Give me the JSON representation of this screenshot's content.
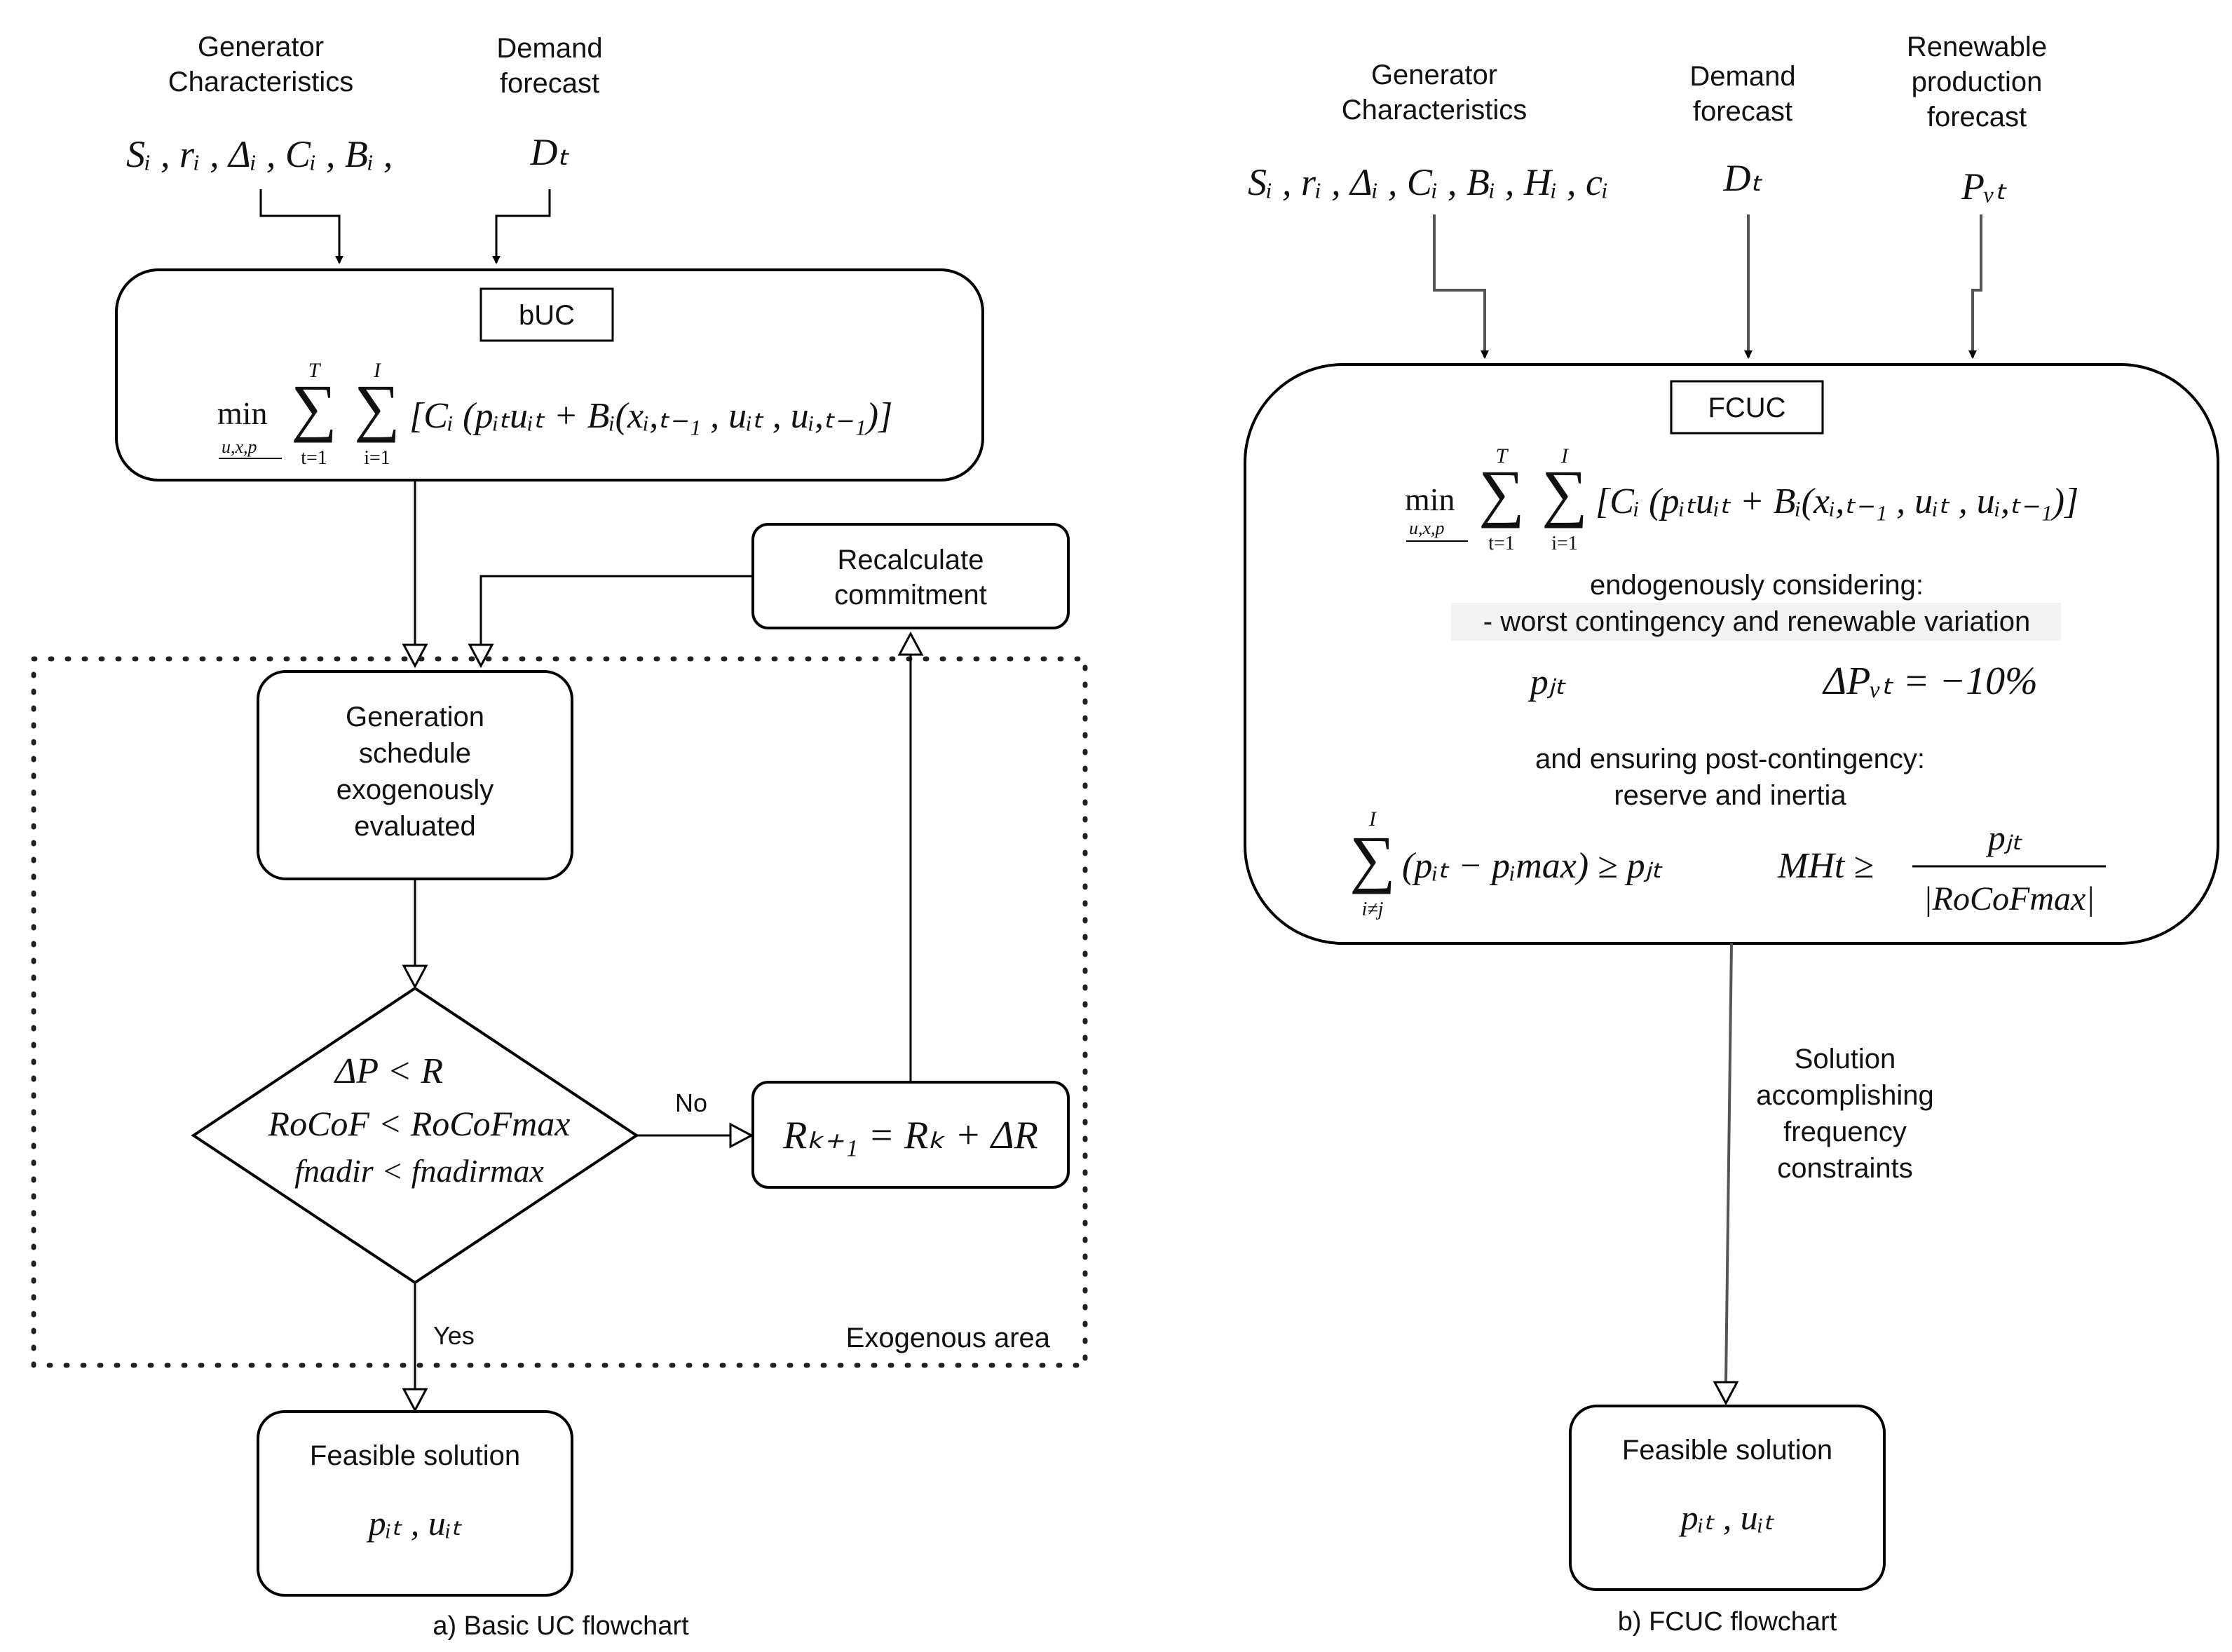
{
  "left": {
    "inputs": {
      "gen_title_1": "Generator",
      "gen_title_2": "Characteristics",
      "gen_symbols": "Sᵢ , rᵢ , Δᵢ , Cᵢ , Bᵢ ,",
      "demand_title_1": "Demand",
      "demand_title_2": "forecast",
      "demand_symbol": "Dₜ"
    },
    "buc": {
      "tag": "bUC",
      "objective": "min Σ Σ [Cᵢ (pᵢₜuᵢₜ + Bᵢ(xᵢ,ₜ₋₁ , uᵢₜ , uᵢ,ₜ₋₁)]",
      "min_sub": "u,x,p",
      "sum_t_top": "T",
      "sum_t_bottom": "t=1",
      "sum_i_top": "I",
      "sum_i_bottom": "i=1"
    },
    "recalculate": {
      "line1": "Recalculate",
      "line2": "commitment"
    },
    "generation": {
      "line1": "Generation",
      "line2": "schedule",
      "line3": "exogenously",
      "line4": "evaluated"
    },
    "decision": {
      "cond1": "ΔP < R",
      "cond2": "RoCoF < RoCoFmax",
      "cond3": "fnadir < fnadirmax",
      "no_label": "No",
      "yes_label": "Yes"
    },
    "update": {
      "formula": "Rₖ₊₁ = Rₖ + ΔR"
    },
    "exogenous_label": "Exogenous area",
    "feasible": {
      "title": "Feasible solution",
      "vars": "pᵢₜ , uᵢₜ"
    },
    "caption": "a) Basic UC flowchart"
  },
  "right": {
    "inputs": {
      "gen_title_1": "Generator",
      "gen_title_2": "Characteristics",
      "gen_symbols": "Sᵢ , rᵢ , Δᵢ , Cᵢ , Bᵢ , Hᵢ , cᵢ",
      "demand_title_1": "Demand",
      "demand_title_2": "forecast",
      "demand_symbol": "Dₜ",
      "ren_title_1": "Renewable",
      "ren_title_2": "production",
      "ren_title_3": "forecast",
      "ren_symbol": "Pᵥₜ"
    },
    "fcuc": {
      "tag": "FCUC",
      "objective": "min Σ Σ [Cᵢ (pᵢₜuᵢₜ + Bᵢ(xᵢ,ₜ₋₁ , uᵢₜ , uᵢ,ₜ₋₁)]",
      "min_sub": "u,x,p",
      "sum_t_top": "T",
      "sum_t_bottom": "t=1",
      "sum_i_top": "I",
      "sum_i_bottom": "i=1",
      "endo_line1": "endogenously considering:",
      "endo_line2": "- worst contingency and renewable variation",
      "pjt": "pⱼₜ",
      "delta_pvt": "ΔPᵥₜ = −10%",
      "ensure_line1": "and ensuring post-contingency:",
      "ensure_line2": "reserve and inertia",
      "reserve_constraint": "(pᵢₜ − pᵢmax) ≥ pⱼₜ",
      "reserve_sum_top": "I",
      "reserve_sum_bottom": "i≠j",
      "inertia_lhs": "MHt ≥",
      "inertia_num": "pⱼₜ",
      "inertia_den": "|RoCoFmax|"
    },
    "solution_label": {
      "line1": "Solution",
      "line2": "accomplishing",
      "line3": "frequency",
      "line4": "constraints"
    },
    "feasible": {
      "title": "Feasible solution",
      "vars": "pᵢₜ , uᵢₜ"
    },
    "caption": "b) FCUC flowchart"
  }
}
